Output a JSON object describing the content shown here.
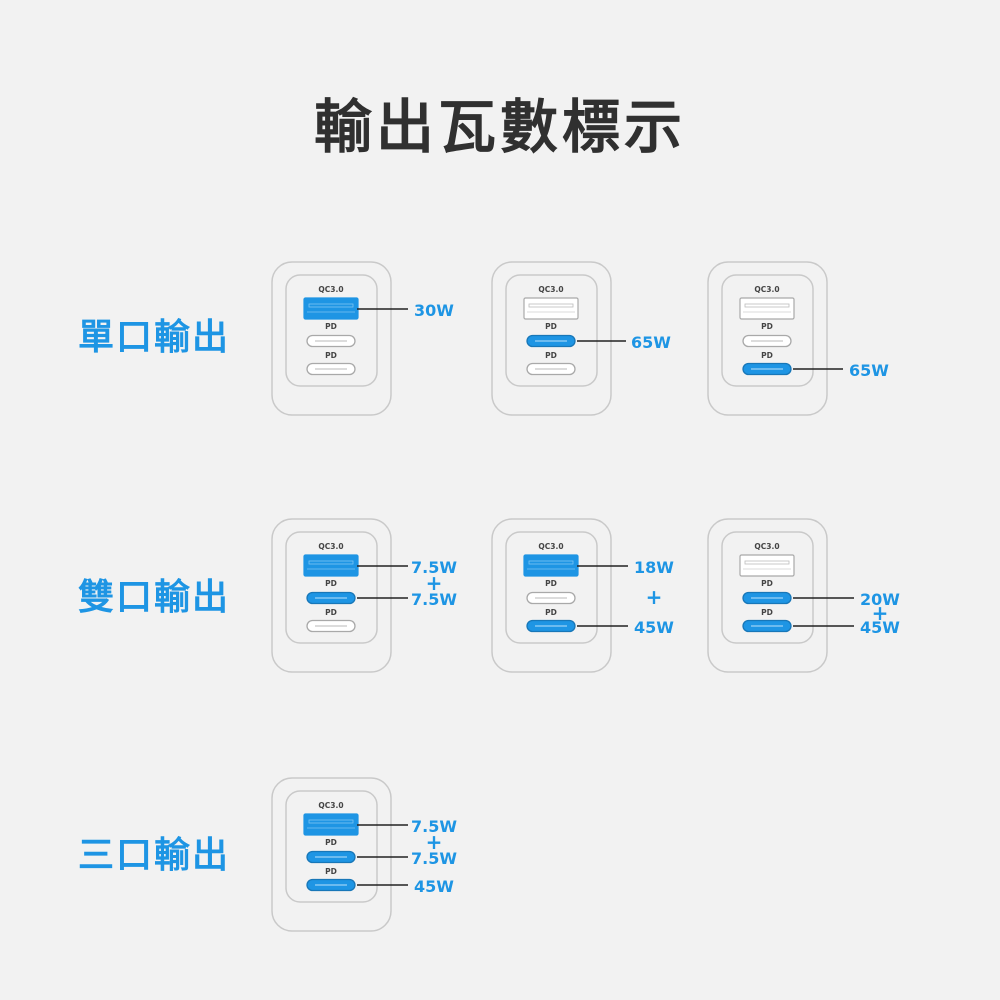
{
  "title": "輸出瓦數標示",
  "colors": {
    "accent": "#1e95e4",
    "title": "#303030",
    "outline": "#c9c9c9",
    "line": "#222222"
  },
  "port_labels": {
    "usb_a": "QC3.0",
    "usb_c": "PD"
  },
  "rows": [
    {
      "label": "單口輸出",
      "chargers": [
        {
          "active": [
            "qc"
          ],
          "annotations": [
            {
              "text": "30W",
              "from": "qc"
            }
          ]
        },
        {
          "active": [
            "pd1"
          ],
          "annotations": [
            {
              "text": "65W",
              "from": "pd1"
            }
          ]
        },
        {
          "active": [
            "pd2"
          ],
          "annotations": [
            {
              "text": "65W",
              "from": "pd2"
            }
          ]
        }
      ]
    },
    {
      "label": "雙口輸出",
      "chargers": [
        {
          "active": [
            "qc",
            "pd1"
          ],
          "annotations": [
            {
              "text": "7.5W",
              "from": "qc"
            },
            {
              "text": "+",
              "between": true
            },
            {
              "text": "7.5W",
              "from": "pd1"
            }
          ]
        },
        {
          "active": [
            "qc",
            "pd2"
          ],
          "annotations": [
            {
              "text": "18W",
              "from": "qc"
            },
            {
              "text": "+",
              "between": true
            },
            {
              "text": "45W",
              "from": "pd2"
            }
          ]
        },
        {
          "active": [
            "pd1",
            "pd2"
          ],
          "annotations": [
            {
              "text": "20W",
              "from": "pd1"
            },
            {
              "text": "+",
              "between": true
            },
            {
              "text": "45W",
              "from": "pd2"
            }
          ]
        }
      ]
    },
    {
      "label": "三口輸出",
      "chargers": [
        {
          "active": [
            "qc",
            "pd1",
            "pd2"
          ],
          "annotations": [
            {
              "text": "7.5W",
              "from": "qc"
            },
            {
              "text": "+",
              "between": true
            },
            {
              "text": "7.5W",
              "from": "pd1"
            },
            {
              "text": "45W",
              "from": "pd2"
            }
          ]
        }
      ]
    }
  ]
}
